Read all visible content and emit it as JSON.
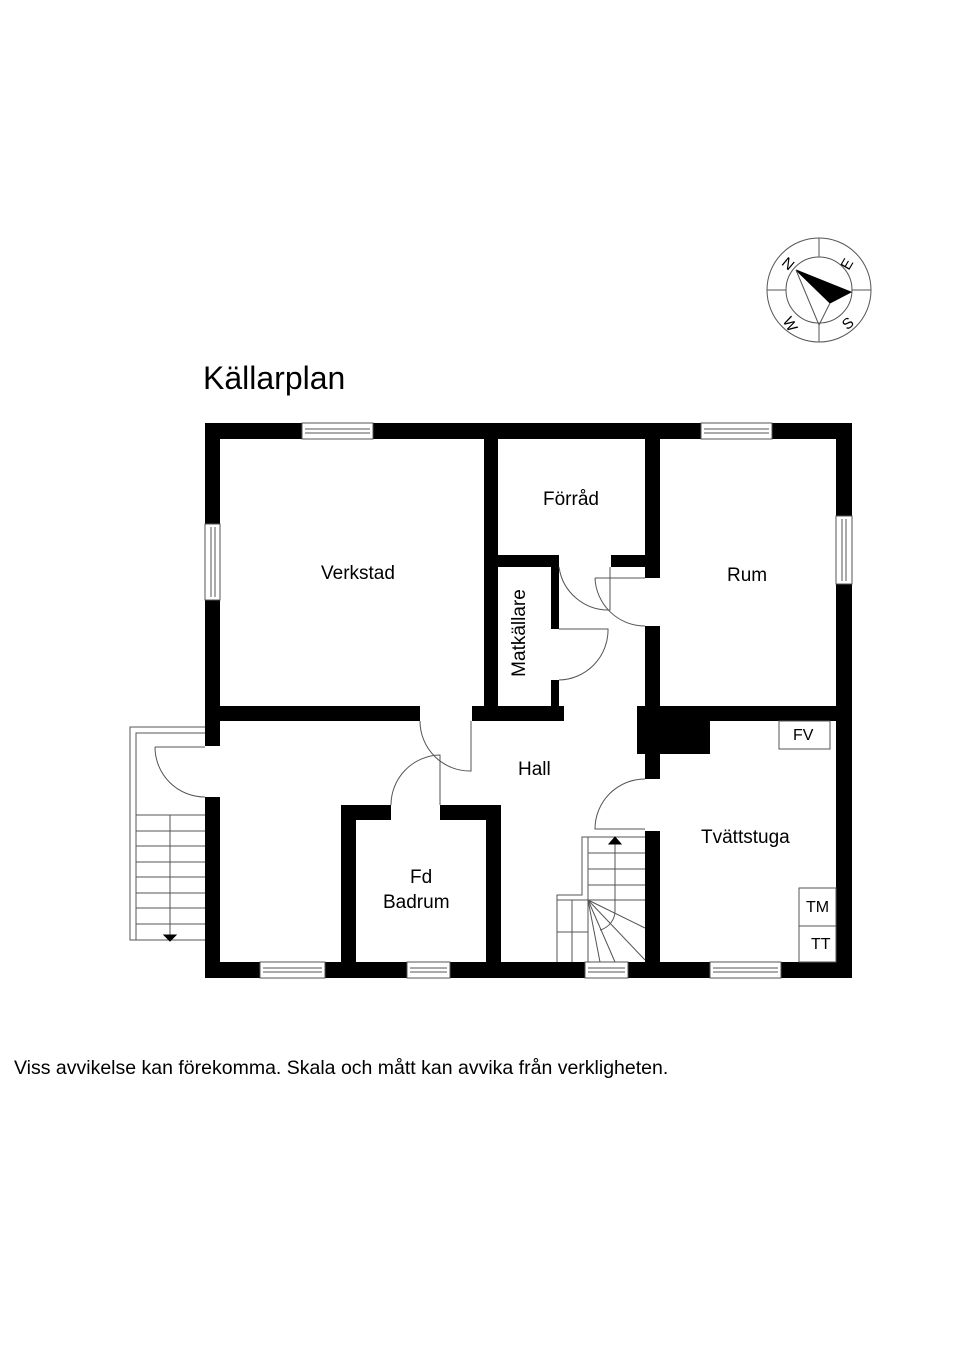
{
  "plan": {
    "title": "Källarplan",
    "disclaimer": "Viss avvikelse kan förekomma. Skala och mått kan avvika från verkligheten.",
    "compass": {
      "n": "N",
      "e": "E",
      "s": "S",
      "w": "W"
    },
    "rooms": {
      "verkstad": "Verkstad",
      "forrad": "Förråd",
      "rum": "Rum",
      "matkallare": "Matkällare",
      "hall": "Hall",
      "fd_badrum_line1": "Fd",
      "fd_badrum_line2": "Badrum",
      "tvattstuga": "Tvättstuga"
    },
    "fixtures": {
      "fv": "FV",
      "tm": "TM",
      "tt": "TT"
    },
    "colors": {
      "wall": "#000000",
      "background": "#ffffff",
      "line": "#555555"
    }
  }
}
